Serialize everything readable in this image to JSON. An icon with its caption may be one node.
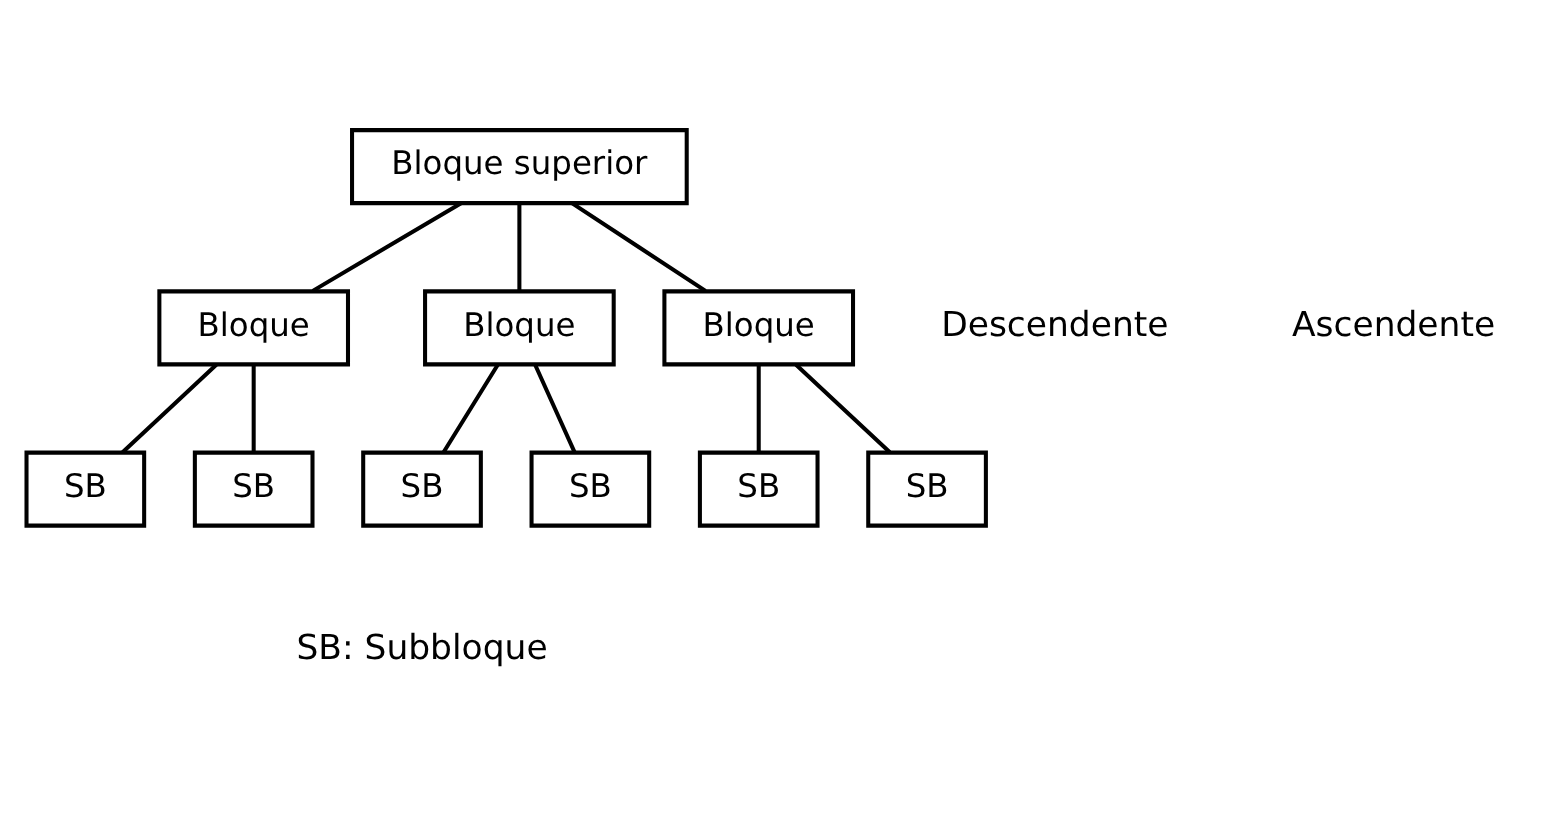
{
  "diagram": {
    "nodes": [
      {
        "text": [
          "Bloque superior"
        ]
      },
      {
        "text": [
          "Bloque"
        ]
      },
      {
        "text": [
          "Bloque"
        ]
      },
      {
        "text": [
          "Bloque"
        ]
      },
      {
        "text": [
          "SB"
        ]
      },
      {
        "text": [
          "SB"
        ]
      },
      {
        "text": [
          "SB"
        ]
      },
      {
        "text": [
          "SB"
        ]
      },
      {
        "text": [
          "SB"
        ]
      },
      {
        "text": [
          "SB"
        ]
      }
    ],
    "edges": [
      {
        "from": 0,
        "to": 1,
        "arrow": "none"
      },
      {
        "from": 0,
        "to": 2,
        "arrow": "none"
      },
      {
        "from": 0,
        "to": 3,
        "arrow": "none"
      },
      {
        "from": 1,
        "to": 4,
        "arrow": "none"
      },
      {
        "from": 1,
        "to": 5,
        "arrow": "none"
      },
      {
        "from": 2,
        "to": 6,
        "arrow": "none"
      },
      {
        "from": 2,
        "to": 7,
        "arrow": "none"
      },
      {
        "from": 3,
        "to": 8,
        "arrow": "none"
      },
      {
        "from": 3,
        "to": 9,
        "arrow": "none"
      }
    ],
    "labels": [
      "Descendente",
      "Ascendente",
      "SB: Subbloque"
    ]
  }
}
